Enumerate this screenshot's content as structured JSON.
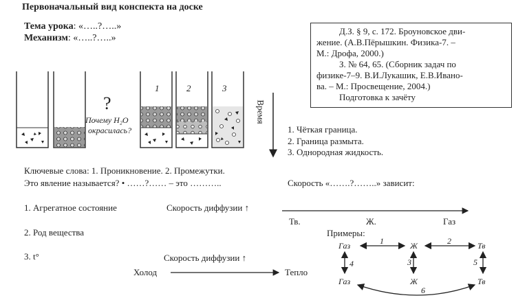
{
  "header": {
    "title": "Первоначальный вид конспекта на доске"
  },
  "lesson": {
    "topic_label": "Тема урока",
    "topic_value": ": «…..?…..»",
    "mechanism_label": "Механизм",
    "mechanism_value": ": «…..?…..»"
  },
  "homework": {
    "lines": [
      "Д.З. § 9, с. 172. Броуновское дви-",
      "жение. (А.В.Пёрышкин. Физика-7. –",
      "М.: Дрофа, 2000.)",
      "З. № 64, 65. (Сборник задач по",
      "физике-7–9. В.И.Лукашик, Е.В.Ивано-",
      "ва. – М.: Просвещение, 2004.)",
      "Подготовка к зачёту"
    ]
  },
  "experiment": {
    "question_mark": "?",
    "question_line1": "Почему H₂O",
    "question_line2": "окрасилась?",
    "beaker_numbers": [
      "1",
      "2",
      "3"
    ],
    "time_label": "Время",
    "outcomes": [
      "1. Чёткая граница.",
      "2. Граница размыта.",
      "3. Однородная жидкость."
    ]
  },
  "keywords": {
    "line1": "Ключевые слова: 1. Проникновение. 2. Промежутки.",
    "line2a": "Это явление называется? • ……?……  – это ………..",
    "line2b": "Скорость «…….?……..» зависит:"
  },
  "factors": {
    "items": [
      "1. Агрегатное состояние",
      "2. Род вещества",
      "3. t°"
    ],
    "speed_label_1": "Скорость диффузии ↑",
    "speed_label_2": "Скорость диффузии ↑",
    "cold": "Холод",
    "warm": "Тепло",
    "states": [
      "Тв.",
      "Ж.",
      "Газ"
    ]
  },
  "examples": {
    "title": "Примеры:",
    "top_row": [
      "Газ",
      "Ж",
      "Тв"
    ],
    "bottom_row": [
      "Газ",
      "Ж",
      "Тв"
    ],
    "arrow_numbers": [
      "1",
      "2",
      "3",
      "4",
      "5",
      "6"
    ]
  }
}
